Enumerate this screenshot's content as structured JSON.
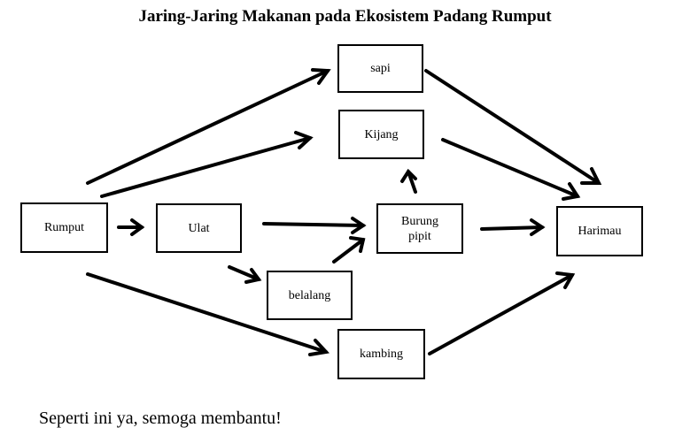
{
  "title": "Jaring-Jaring Makanan pada Ekosistem Padang Rumput",
  "nodes": {
    "rumput": "Rumput",
    "ulat": "Ulat",
    "sapi": "sapi",
    "kijang": "Kijang",
    "burung_line1": "Burung",
    "burung_line2": "pipit",
    "belalang": "belalang",
    "kambing": "kambing",
    "harimau": "Harimau"
  },
  "caption": "Seperti ini ya, semoga membantu!"
}
